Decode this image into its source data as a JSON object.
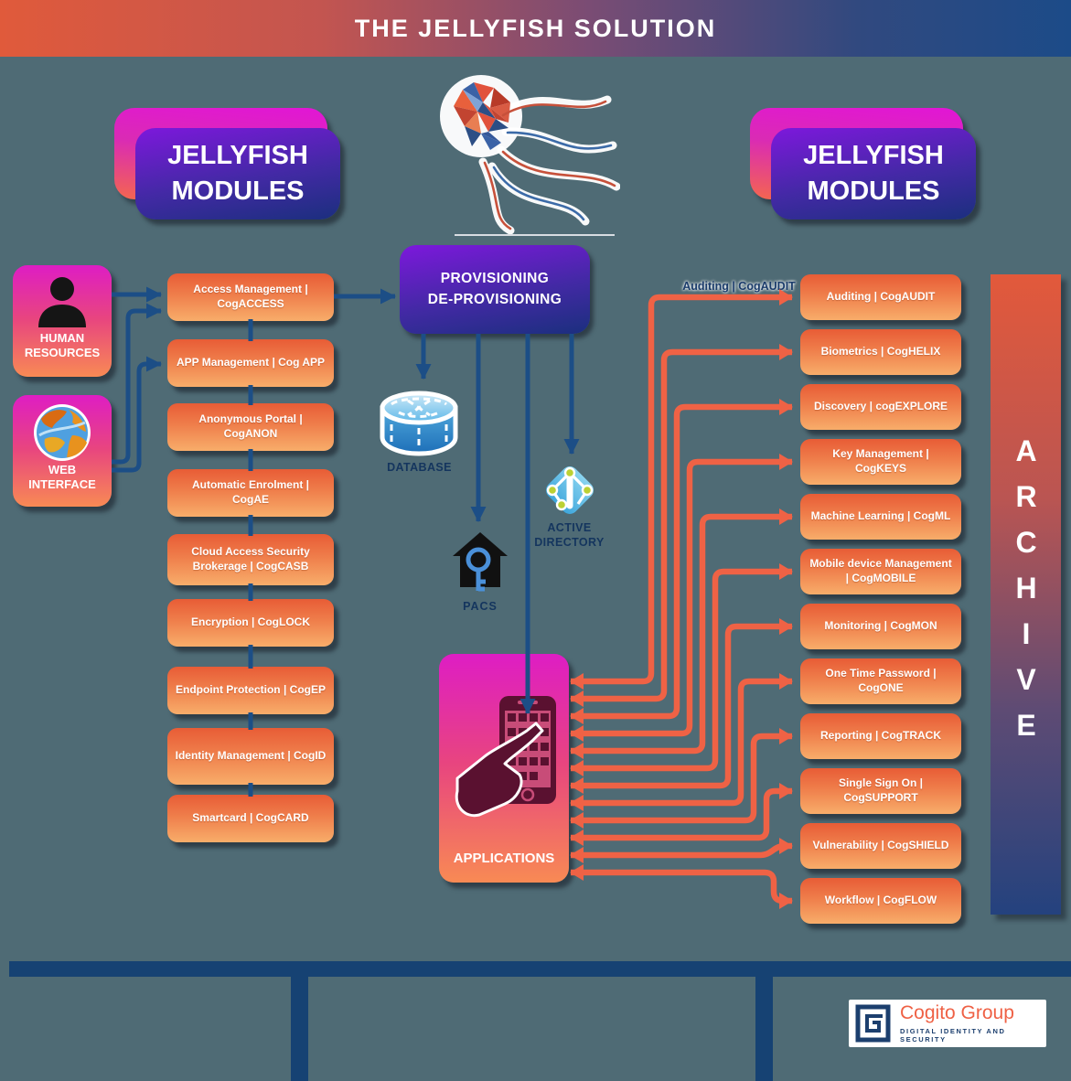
{
  "banner": {
    "title": "THE JELLYFISH SOLUTION"
  },
  "titles": {
    "left": "JELLYFISH MODULES",
    "right": "JELLYFISH MODULES"
  },
  "sources": [
    {
      "label": "HUMAN RESOURCES",
      "icon": "person-icon"
    },
    {
      "label": "WEB INTERFACE",
      "icon": "globe-icon"
    }
  ],
  "provisioning": {
    "line1": "PROVISIONING",
    "line2": "DE-PROVISIONING"
  },
  "center_nodes": {
    "database": "DATABASE",
    "pacs": "PACS",
    "active_directory": "ACTIVE DIRECTORY",
    "applications": "APPLICATIONS"
  },
  "left_modules": [
    "Access Management | CogACCESS",
    "APP Management | Cog APP",
    "Anonymous Portal | CogANON",
    "Automatic Enrolment | CogAE",
    "Cloud Access Security Brokerage | CogCASB",
    "Encryption | CogLOCK",
    "Endpoint Protection | CogEP",
    "Identity Management | CogID",
    "Smartcard | CogCARD"
  ],
  "right_modules": [
    "Auditing | CogAUDIT",
    "Biometrics | CogHELIX",
    "Discovery | cogEXPLORE",
    "Key Management | CogKEYS",
    "Machine Learning | CogML",
    "Mobile device Management | CogMOBILE",
    "Monitoring | CogMON",
    "One Time Password | CogONE",
    "Reporting | CogTRACK",
    "Single Sign On | CogSUPPORT",
    "Vulnerability | CogSHIELD",
    "Workflow | CogFLOW"
  ],
  "flow_label": "Auditing | CogAUDIT",
  "archive": {
    "label": "ARCHIVE"
  },
  "logo": {
    "name": "Cogito Group",
    "tagline": "DIGITAL IDENTITY AND SECURITY"
  },
  "colors": {
    "background": "#4F6B75",
    "navy_line": "#1C4E86",
    "navy_bar": "#164273",
    "orange_line": "#EF6245",
    "module_top": "#E85C36",
    "module_bottom": "#F8AD6A",
    "magenta_top": "#DE1DC4",
    "magenta_bottom": "#F88A54",
    "purple_top": "#7D18DC",
    "purple_bottom": "#1B2F7E",
    "banner_left": "#E05A3B",
    "banner_right": "#1C4B88"
  }
}
